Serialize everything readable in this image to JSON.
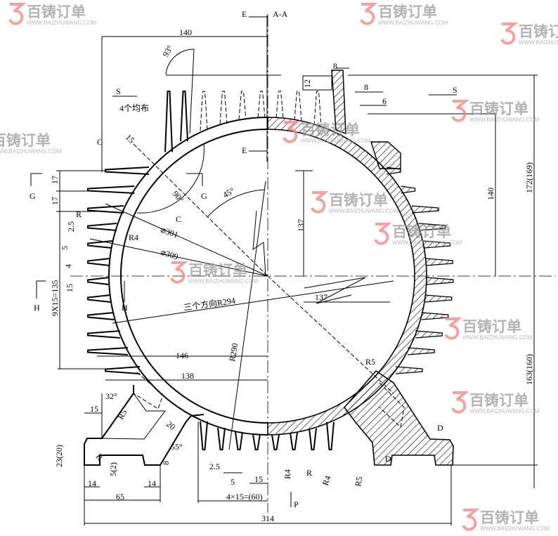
{
  "drawing": {
    "section_label": "A-A",
    "labels": [
      "E",
      "E",
      "140",
      "93°",
      "S",
      "4个均布",
      "C",
      "15",
      "G",
      "G",
      "17",
      "17",
      "90°",
      "45°",
      "C",
      "R",
      "2.5",
      "R4",
      "⌀301",
      "⌀309",
      "5",
      "4",
      "15",
      "9X15=135",
      "H",
      "H",
      "三个方向R294",
      "146",
      "R290",
      "138",
      "32°",
      "15",
      "R5",
      "20",
      "55°",
      "23(20)",
      "R",
      "8",
      "5(2)",
      "14",
      "14",
      "65",
      "2.5",
      "5",
      "15",
      "4×15=(60)",
      "314",
      "P",
      "R4",
      "R",
      "R4",
      "R5",
      "137",
      "137",
      "8",
      "12",
      "8",
      "6",
      "S",
      "140",
      "172(169)",
      "R5",
      "D",
      "D",
      "163(160)"
    ]
  },
  "watermark": {
    "brand": "百铸订单",
    "url": "WWW.BAIZHUWANG.COM",
    "color": "#f08a8a"
  }
}
